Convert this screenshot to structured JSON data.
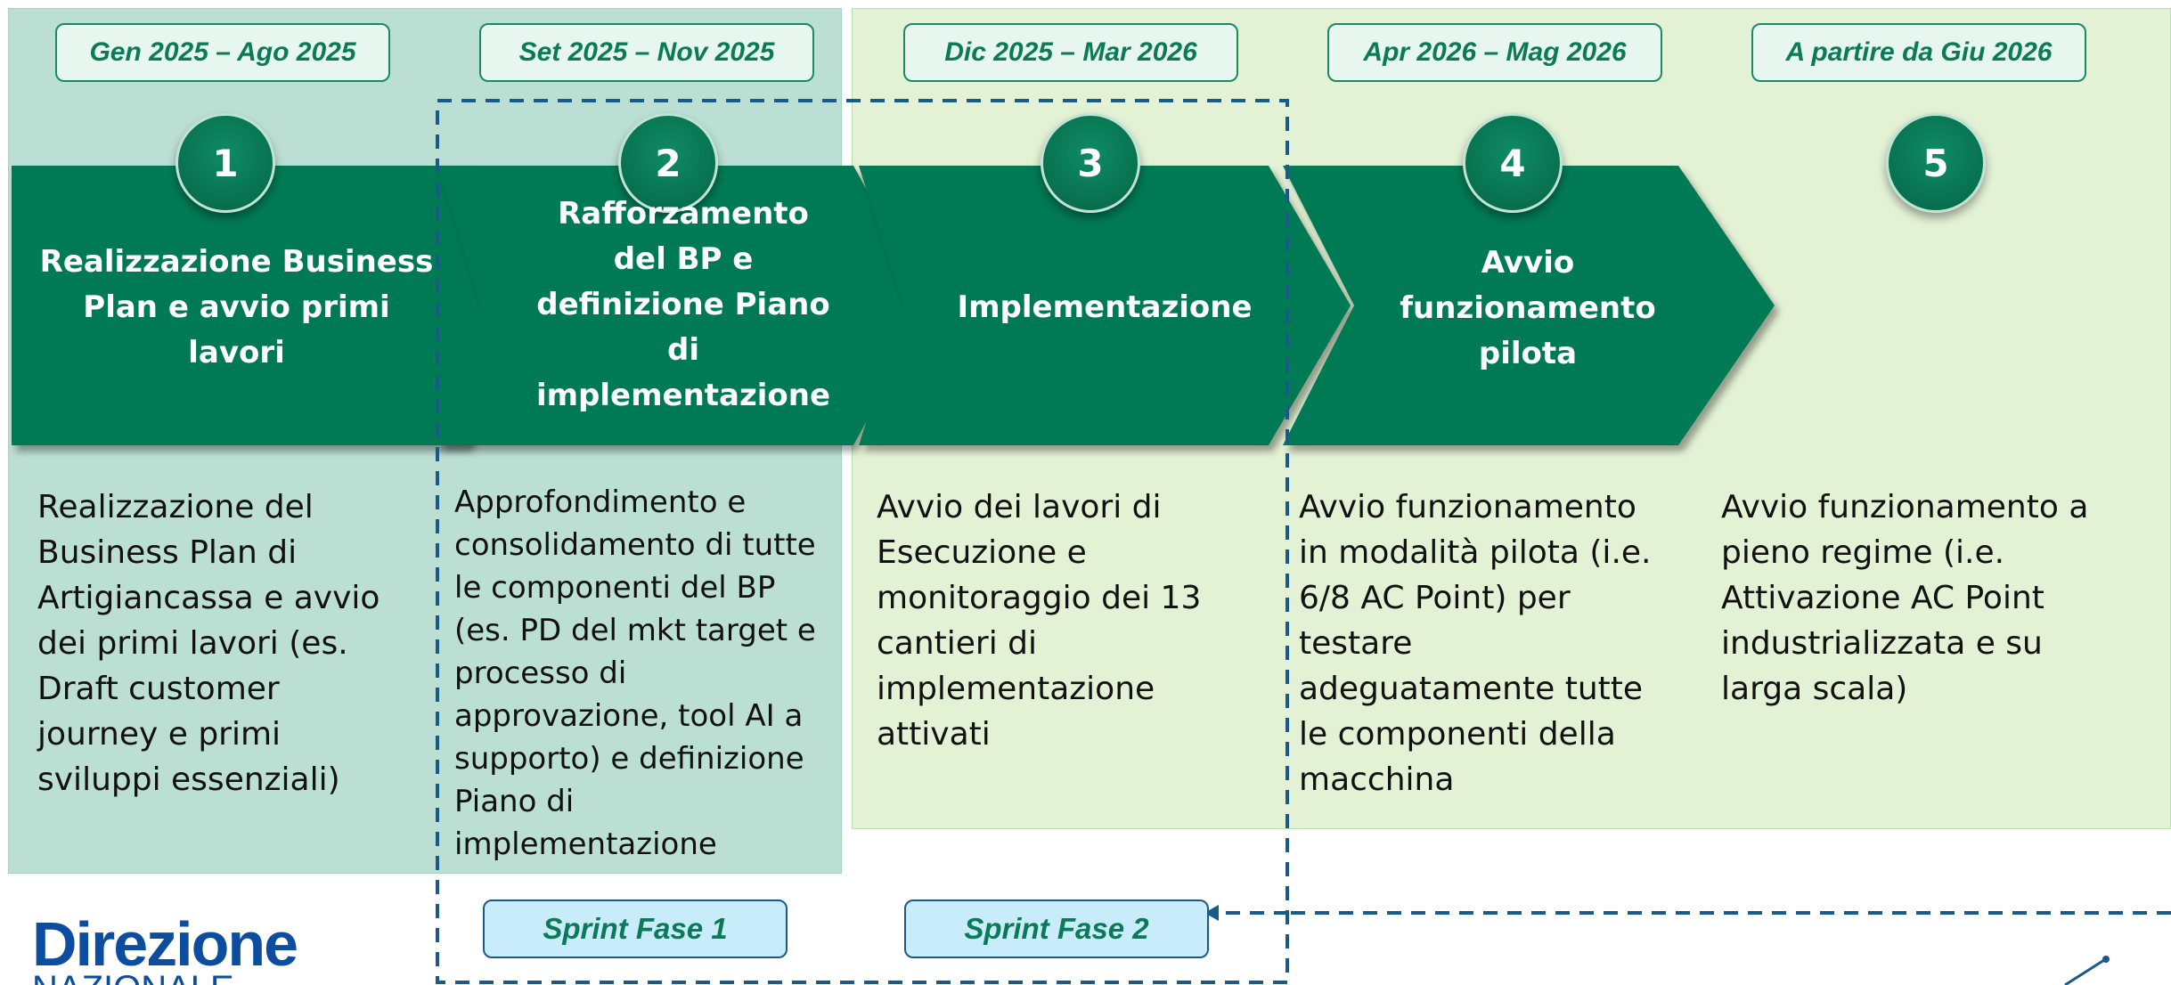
{
  "periods": [
    "Gen 2025 – Ago 2025",
    "Set 2025 – Nov 2025",
    "Dic 2025 – Mar 2026",
    "Apr 2026 – Mag 2026",
    "A partire da Giu 2026"
  ],
  "phases": [
    {
      "number": "1",
      "title": "Realizzazione Business Plan e avvio primi lavori",
      "description": "Realizzazione del Business Plan di Artigiancassa e avvio dei primi lavori (es. Draft customer journey e primi sviluppi essenziali)"
    },
    {
      "number": "2",
      "title": "Rafforzamento del BP e definizione Piano di implementazione",
      "description": "Approfondimento e consolidamento di tutte le componenti del BP (es. PD del mkt target e processo di approvazione, tool AI a supporto) e definizione Piano di implementazione"
    },
    {
      "number": "3",
      "title": "Implementazione",
      "description": "Avvio dei lavori di Esecuzione e monitoraggio dei 13 cantieri di implementazione attivati"
    },
    {
      "number": "4",
      "title": "Avvio funzionamento pilota",
      "description": "Avvio funzionamento in modalità pilota (i.e. 6/8 AC Point) per testare adeguatamente tutte le componenti della macchina"
    },
    {
      "number": "5",
      "title": "",
      "description": "Avvio funzionamento a pieno regime (i.e. Attivazione AC Point industrializzata e su larga scala)"
    }
  ],
  "sprints": [
    "Sprint Fase 1",
    "Sprint Fase 2"
  ],
  "logo": {
    "line1": "Direzione",
    "line2": "NAZIONALE"
  },
  "colors": {
    "chevron": "#067a55",
    "panel_phase1_2": "#bcdfd3",
    "panel_phase3_5": "#e3f1d5",
    "period_border": "#1a8a66",
    "sprint_fill": "#c9ecfb",
    "dashed_line": "#1a5a8a",
    "logo": "#0d4da0"
  }
}
